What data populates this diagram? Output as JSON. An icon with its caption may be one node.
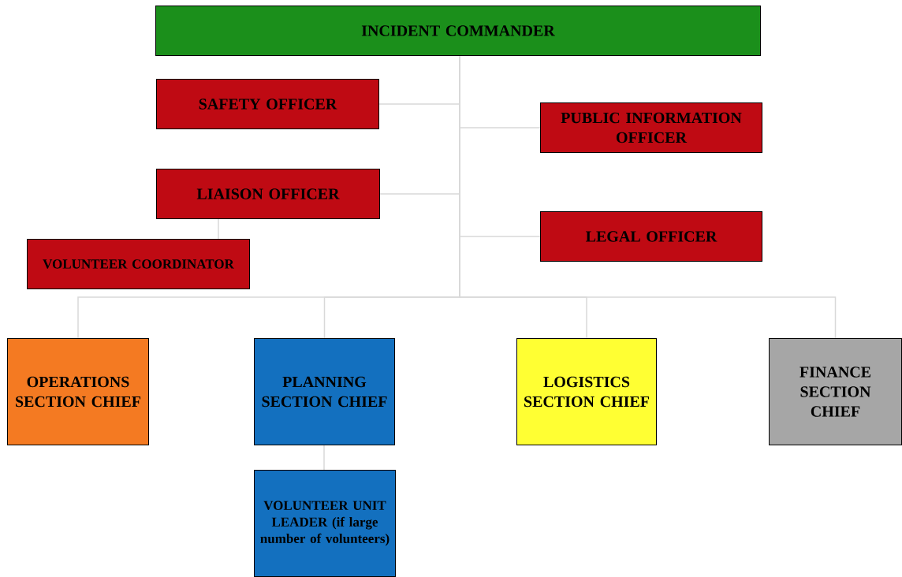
{
  "diagram": {
    "nodes": [
      {
        "text": [
          "INCIDENT COMMANDER"
        ]
      },
      {
        "text": [
          "SAFETY OFFICER"
        ]
      },
      {
        "text": [
          "PUBLIC INFORMATION OFFICER"
        ]
      },
      {
        "text": [
          "LIAISON OFFICER"
        ]
      },
      {
        "text": [
          "LEGAL OFFICER"
        ]
      },
      {
        "text": [
          "VOLUNTEER COORDINATOR"
        ]
      },
      {
        "text": [
          "OPERATIONS SECTION CHIEF"
        ]
      },
      {
        "text": [
          "PLANNING SECTION CHIEF"
        ]
      },
      {
        "text": [
          "LOGISTICS SECTION CHIEF"
        ]
      },
      {
        "text": [
          "FINANCE SECTION CHIEF"
        ]
      },
      {
        "text": [
          "VOLUNTEER UNIT LEADER (if large number of volunteers)"
        ]
      }
    ],
    "edges": [
      {
        "from": 0,
        "to": 1,
        "arrow": "none"
      },
      {
        "from": 0,
        "to": 2,
        "arrow": "none"
      },
      {
        "from": 0,
        "to": 3,
        "arrow": "none"
      },
      {
        "from": 0,
        "to": 4,
        "arrow": "none"
      },
      {
        "from": 3,
        "to": 5,
        "arrow": "none"
      },
      {
        "from": 0,
        "to": 6,
        "arrow": "none"
      },
      {
        "from": 0,
        "to": 7,
        "arrow": "none"
      },
      {
        "from": 0,
        "to": 8,
        "arrow": "none"
      },
      {
        "from": 0,
        "to": 9,
        "arrow": "none"
      },
      {
        "from": 7,
        "to": 10,
        "arrow": "none"
      }
    ]
  }
}
